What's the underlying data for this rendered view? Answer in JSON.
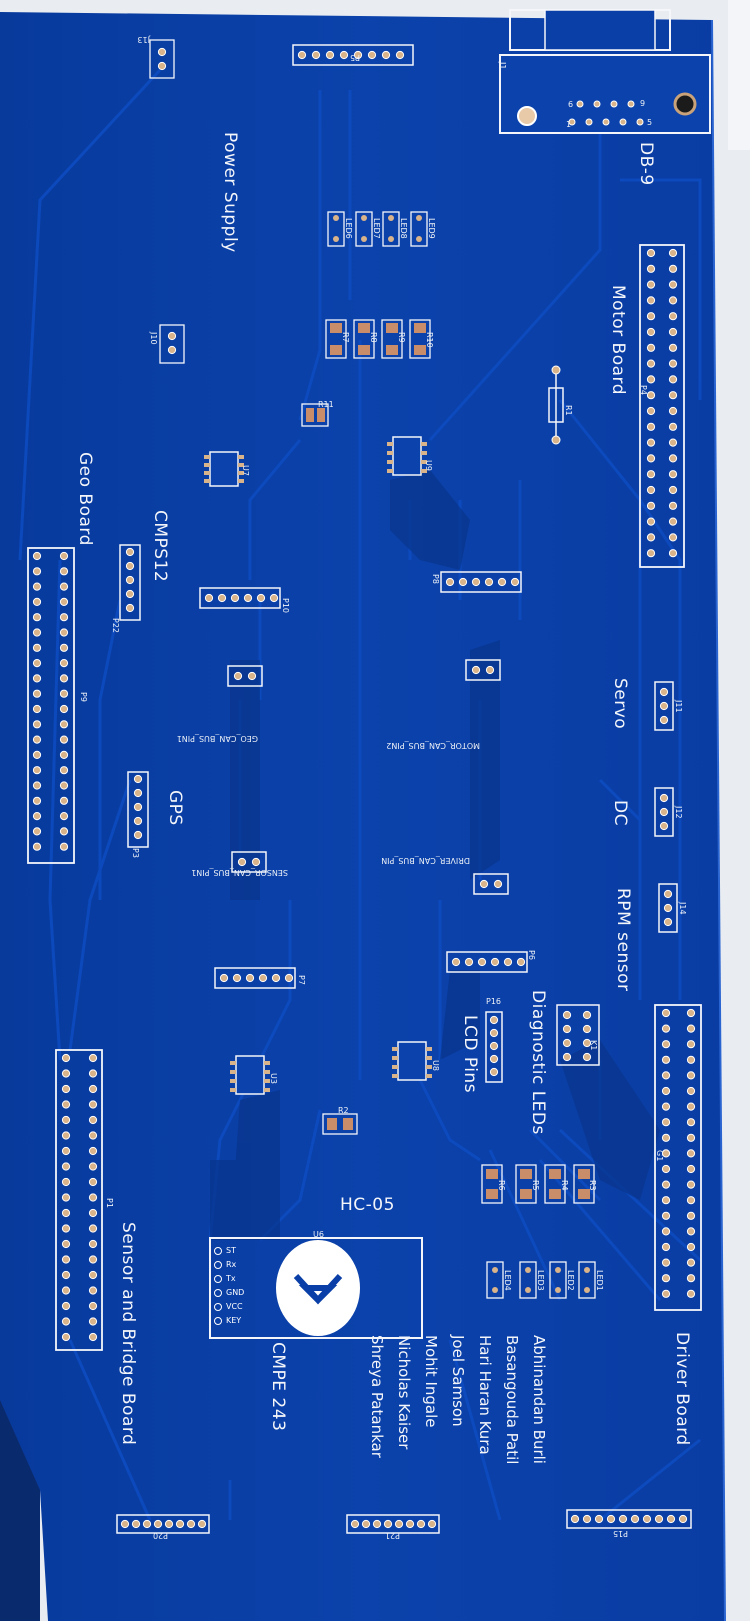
{
  "board": {
    "section_labels": {
      "power_supply": "Power Supply",
      "geo_board": "Geo Board",
      "cmps12": "CMPS12",
      "gps": "GPS",
      "motor_board": "Motor Board",
      "servo": "Servo",
      "dc": "DC",
      "rpm_sensor": "RPM sensor",
      "db9": "DB-9",
      "diagnostic_leds": "Diagnostic LEDs",
      "lcd_pins": "LCD Pins",
      "hc05": "HC-05",
      "cmpe": "CMPE 243",
      "driver_board": "Driver Board",
      "sensor_bridge": "Sensor and Bridge Board"
    },
    "can_labels": {
      "geo": "GEO_CAN_BUS_PIN1",
      "sensor": "SENSOR_CAN_BUS_PIN1",
      "motor": "MOTOR_CAN_BUS_PIN2",
      "driver": "DRIVER_CAN_BUS_PIN"
    },
    "refdes": {
      "p5": "P5",
      "j1": "J1",
      "p4": "P4",
      "p9": "P9",
      "p22": "P22",
      "p3": "P3",
      "p10": "P10",
      "p7": "P7",
      "p1": "P1",
      "p20": "P20",
      "p21": "P21",
      "p15": "P15",
      "p6": "P6",
      "p16": "P16",
      "k1": "K1",
      "g1": "G1",
      "p8": "P8",
      "u7": "U7",
      "u9": "U9",
      "u3": "U3",
      "u8": "U8",
      "u6": "U6",
      "j11": "J11",
      "j12": "J12",
      "j14": "J14",
      "j10": "J10",
      "j13": "J13",
      "r1": "R1",
      "r2": "R2",
      "r11": "R11",
      "r7": "R7",
      "r8": "R8",
      "r9": "R9",
      "r10": "R10",
      "r3": "R3",
      "r4": "R4",
      "r5": "R5",
      "r6": "R6",
      "led1": "LED1",
      "led2": "LED2",
      "led3": "LED3",
      "led4": "LED4",
      "led6": "LED6",
      "led7": "LED7",
      "led8": "LED8",
      "led9": "LED9",
      "db9_pin1": "1",
      "db9_pin5": "5",
      "db9_pin6": "6",
      "db9_pin9": "9"
    },
    "bluetooth_pins": [
      "ST",
      "Rx",
      "Tx",
      "GND",
      "VCC",
      "KEY"
    ],
    "team": [
      "Abhinandan Burli",
      "Basangouda Patil",
      "Hari Haran Kura",
      "Joel Samson",
      "Mohit Ingale",
      "Nicholas Kaiser",
      "Shreya Patankar"
    ],
    "colors": {
      "board": "#0a3ea6",
      "board_dark": "#08358f",
      "trace": "#0b47b8",
      "silk": "#f4f6fa",
      "pad": "#d9b38a",
      "solder_pad": "#c98d6a",
      "background": "#e9edf2"
    }
  }
}
